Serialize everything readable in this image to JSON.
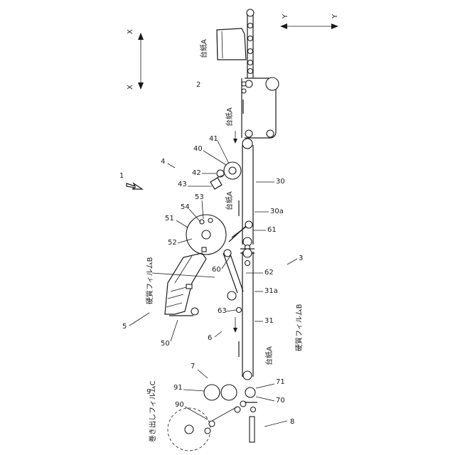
{
  "axes": {
    "x_top": "X",
    "x_bottom": "X",
    "y_left": "Y",
    "y_right": "Y"
  },
  "labels": {
    "backing_paper": "台紙A",
    "hard_film": "硬質フィルムB",
    "unwound_film": "巻き出しフィルムC"
  },
  "refs": {
    "r1": "1",
    "r2": "2",
    "r3": "3",
    "r4": "4",
    "r5": "5",
    "r6": "6",
    "r7": "7",
    "r8": "8",
    "r9": "9",
    "r30": "30",
    "r30a": "30a",
    "r31": "31",
    "r31a": "31a",
    "r40": "40",
    "r41": "41",
    "r42": "42",
    "r43": "43",
    "r50": "50",
    "r51": "51",
    "r52": "52",
    "r53": "53",
    "r54": "54",
    "r60": "60",
    "r61": "61",
    "r62": "62",
    "r63": "63",
    "r70": "70",
    "r71": "71",
    "r90": "90",
    "r91": "91"
  }
}
